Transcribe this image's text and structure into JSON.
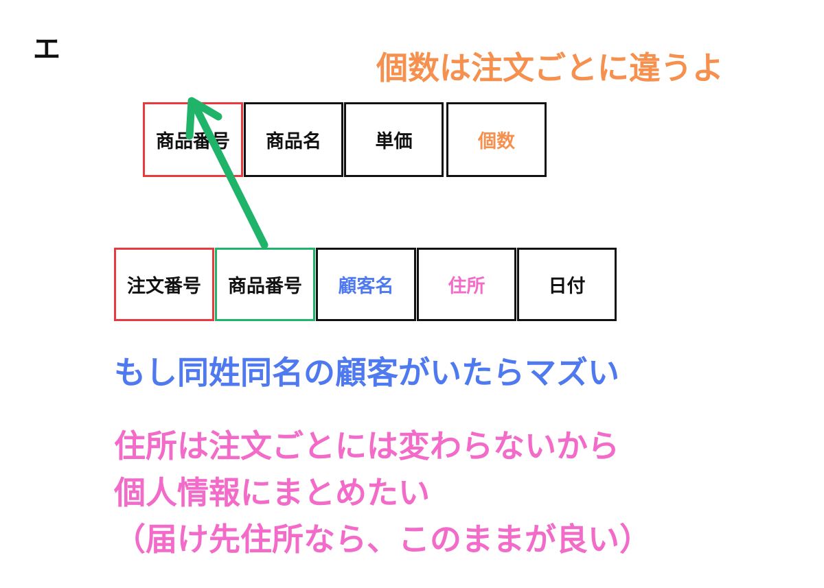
{
  "diagram": {
    "label": "エ",
    "tables": {
      "product": [
        {
          "text": "商品番号",
          "color": "#111111",
          "border": "#e8393f"
        },
        {
          "text": "商品名",
          "color": "#111111",
          "border": "#111111"
        },
        {
          "text": "単価",
          "color": "#111111",
          "border": "#111111"
        },
        {
          "text": "個数",
          "color": "#f5904f",
          "border": "#111111"
        }
      ],
      "order": [
        {
          "text": "注文番号",
          "color": "#111111",
          "border": "#e8393f"
        },
        {
          "text": "商品番号",
          "color": "#111111",
          "border": "#1fb46a"
        },
        {
          "text": "顧客名",
          "color": "#4f79ee",
          "border": "#111111"
        },
        {
          "text": "住所",
          "color": "#f26bc9",
          "border": "#111111"
        },
        {
          "text": "日付",
          "color": "#111111",
          "border": "#111111"
        }
      ]
    },
    "notes": {
      "quantity": "個数は注文ごとに違うよ",
      "customer": "もし同姓同名の顧客がいたらマズい",
      "address_lines": [
        "住所は注文ごとには変わらないから",
        "個人情報にまとめたい",
        "（届け先住所なら、このままが良い）"
      ]
    },
    "colors": {
      "orange": "#f5904f",
      "blue": "#4f79ee",
      "pink": "#f26bc9",
      "red": "#e8393f",
      "green": "#1fb46a",
      "black": "#111111"
    }
  }
}
